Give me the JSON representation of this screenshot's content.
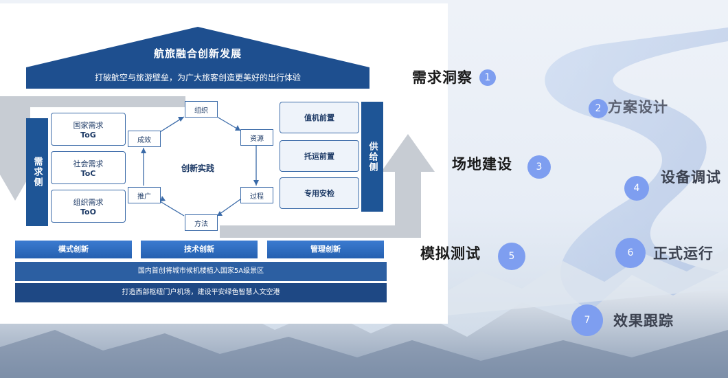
{
  "diagram": {
    "roof_title": "航旅融合创新发展",
    "subtitle": "打破航空与旅游壁垒，为广大旅客创造更美好的出行体验",
    "demand_side_label": "需求侧",
    "supply_side_label": "供给侧",
    "demand_boxes": [
      {
        "name": "国家需求",
        "code": "ToG"
      },
      {
        "name": "社会需求",
        "code": "ToC"
      },
      {
        "name": "组织需求",
        "code": "ToO"
      }
    ],
    "supply_boxes": [
      "值机前置",
      "托运前置",
      "专用安检"
    ],
    "cycle_center": "创新实践",
    "cycle_nodes": [
      "组织",
      "资源",
      "过程",
      "方法",
      "推广",
      "成效"
    ],
    "innovations": [
      "模式创新",
      "技术创新",
      "管理创新"
    ],
    "bottom_bars": [
      "国内首创将城市候机楼植入国家5A级景区",
      "打造西部枢纽门户机场，建设平安绿色智慧人文空港"
    ]
  },
  "steps": [
    {
      "num": "1",
      "label": "需求洞察"
    },
    {
      "num": "2",
      "label": "方案设计"
    },
    {
      "num": "3",
      "label": "场地建设"
    },
    {
      "num": "4",
      "label": "设备调试"
    },
    {
      "num": "5",
      "label": "模拟测试"
    },
    {
      "num": "6",
      "label": "正式运行"
    },
    {
      "num": "7",
      "label": "效果跟踪"
    }
  ],
  "colors": {
    "primary_blue": "#1e4f8f",
    "accent_blue": "#2f6cc0",
    "step_dot": "#7e9ef0",
    "arrow_gray": "#c7ccd3"
  }
}
